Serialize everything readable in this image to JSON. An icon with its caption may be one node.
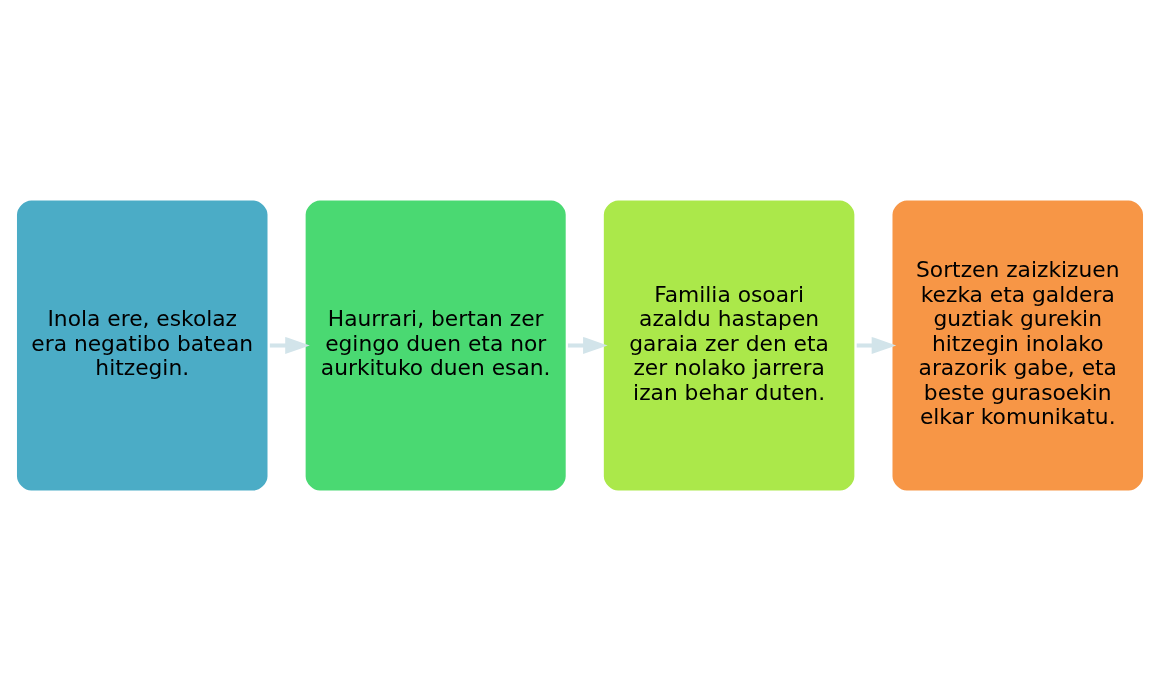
{
  "diagram": {
    "nodes": [
      {
        "text": [
          "Inola ere, eskolaz era negatibo batean hitzegin."
        ]
      },
      {
        "text": [
          "Haurrari, bertan zer egingo duen eta nor aurkituko duen esan."
        ]
      },
      {
        "text": [
          "Familia osoari azaldu hastapen garaia zer den eta zer nolako jarrera izan behar duten."
        ]
      },
      {
        "text": [
          "Sortzen zaizkizuen kezka eta galdera guztiak gurekin hitzegin inolako arazorik gabe, eta beste gurasoekin elkar komunikatu."
        ]
      }
    ],
    "edges": [
      {
        "from": 0,
        "to": 1,
        "arrow": "to",
        "color": "#d2e4ea"
      },
      {
        "from": 1,
        "to": 2,
        "arrow": "to",
        "color": "#d2e4ea"
      },
      {
        "from": 2,
        "to": 3,
        "arrow": "to",
        "color": "#d2e4ea"
      }
    ]
  }
}
